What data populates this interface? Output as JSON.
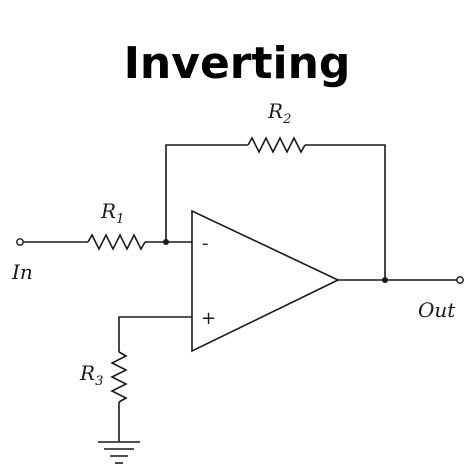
{
  "title": "Inverting",
  "components": {
    "r1": {
      "letter": "R",
      "sub": "1"
    },
    "r2": {
      "letter": "R",
      "sub": "2"
    },
    "r3": {
      "letter": "R",
      "sub": "3"
    }
  },
  "opamp": {
    "inverting_sign": "-",
    "noninverting_sign": "+"
  },
  "terminals": {
    "input": "In",
    "output": "Out"
  }
}
